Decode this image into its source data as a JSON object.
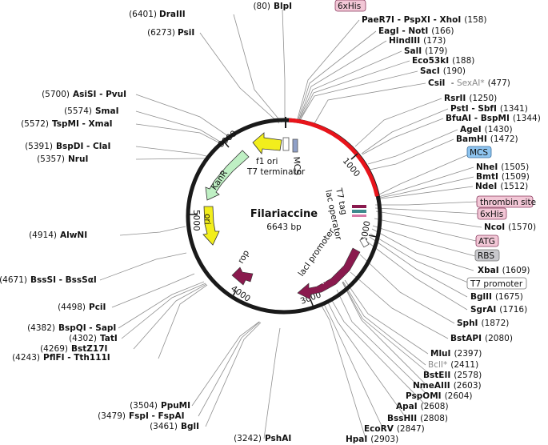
{
  "plasmid": {
    "name": "Filariaccine",
    "size": "6643 bp",
    "ticks": [
      "1000",
      "2000",
      "3000",
      "4000",
      "5000",
      "6000"
    ]
  },
  "features": {
    "mcs": "MCS",
    "f1_ori": "f1 ori",
    "t7_terminator": "T7 terminator",
    "kanr": "KanR",
    "ori": "ori",
    "rop": "rop",
    "laci": "lacI",
    "laci_promoter": "lacI promoter",
    "t7_tag": "T7 tag",
    "lac_operator": "lac operator"
  },
  "callouts": {
    "his_top": "6xHis",
    "mcs": "MCS",
    "thrombin": "thrombin site",
    "his_right": "6xHis",
    "atg": "ATG",
    "rbs": "RBS",
    "t7_promoter": "T7 promoter"
  },
  "sites_left": [
    {
      "pos": "(6401)",
      "name": "DraIII"
    },
    {
      "pos": "(6273)",
      "name": "PsiI"
    },
    {
      "pos": "(5700)",
      "name": "AsiSI - PvuI"
    },
    {
      "pos": "(5574)",
      "name": "SmaI"
    },
    {
      "pos": "(5572)",
      "name": "TspMI - XmaI"
    },
    {
      "pos": "(5391)",
      "name": "BspDI - ClaI"
    },
    {
      "pos": "(5357)",
      "name": "NruI"
    },
    {
      "pos": "(4914)",
      "name": "AlwNI"
    },
    {
      "pos": "(4671)",
      "name": "BssSI - BssSαI"
    },
    {
      "pos": "(4498)",
      "name": "PciI"
    },
    {
      "pos": "(4382)",
      "name": "BspQI - SapI"
    },
    {
      "pos": "(4302)",
      "name": "TatI"
    },
    {
      "pos": "(4269)",
      "name": "BstZ17I"
    },
    {
      "pos": "(4243)",
      "name": "PflFI - Tth111I"
    },
    {
      "pos": "(3504)",
      "name": "PpuMI"
    },
    {
      "pos": "(3479)",
      "name": "FspI - FspAI"
    },
    {
      "pos": "(3461)",
      "name": "BglI"
    },
    {
      "pos": "(3242)",
      "name": "PshAI"
    }
  ],
  "sites_top": {
    "pos": "(80)",
    "name": "BlpI"
  },
  "sites_right": [
    {
      "name": "PaeR7I - PspXI - XhoI",
      "pos": "(158)"
    },
    {
      "name": "EagI - NotI",
      "pos": "(166)"
    },
    {
      "name": "HindIII",
      "pos": "(173)"
    },
    {
      "name": "SalI",
      "pos": "(179)"
    },
    {
      "name": "Eco53kI",
      "pos": "(188)"
    },
    {
      "name": "SacI",
      "pos": "(190)"
    },
    {
      "name": "CsiI",
      "name2": "SexAI*",
      "pos": "(477)"
    },
    {
      "name": "RsrII",
      "pos": "(1250)"
    },
    {
      "name": "PstI - SbfI",
      "pos": "(1341)"
    },
    {
      "name": "BfuAI - BspMI",
      "pos": "(1344)"
    },
    {
      "name": "AgeI",
      "pos": "(1430)"
    },
    {
      "name": "BamHI",
      "pos": "(1472)"
    },
    {
      "name": "NheI",
      "pos": "(1505)"
    },
    {
      "name": "BmtI",
      "pos": "(1509)"
    },
    {
      "name": "NdeI",
      "pos": "(1512)"
    },
    {
      "name": "NcoI",
      "pos": "(1570)"
    },
    {
      "name": "XbaI",
      "pos": "(1609)"
    },
    {
      "name": "BglII",
      "pos": "(1675)"
    },
    {
      "name": "SgrAI",
      "pos": "(1716)"
    },
    {
      "name": "SphI",
      "pos": "(1872)"
    },
    {
      "name": "BstAPI",
      "pos": "(2080)"
    },
    {
      "name": "MluI",
      "pos": "(2397)"
    },
    {
      "name": "BclI*",
      "pos": "(2411)"
    },
    {
      "name": "BstEII",
      "pos": "(2578)"
    },
    {
      "name": "NmeAIII",
      "pos": "(2603)"
    },
    {
      "name": "PspOMI",
      "pos": "(2604)"
    },
    {
      "name": "ApaI",
      "pos": "(2608)"
    },
    {
      "name": "BssHII",
      "pos": "(2808)"
    },
    {
      "name": "EcoRV",
      "pos": "(2847)"
    },
    {
      "name": "HpaI",
      "pos": "(2903)"
    }
  ],
  "colors": {
    "backbone": "#1a1a1a",
    "insert": "#e8141b",
    "f1ori": "#f2ee1c",
    "kanr": "#bff0c4",
    "ori": "#f2ee1c",
    "rop": "#8a1a4e",
    "laci": "#8a1a4e",
    "mcs": "#8fa0c8",
    "his_box": "#f2c7d6",
    "mcs_box": "#8ec4ef",
    "rbs_box": "#c8c8cc"
  }
}
